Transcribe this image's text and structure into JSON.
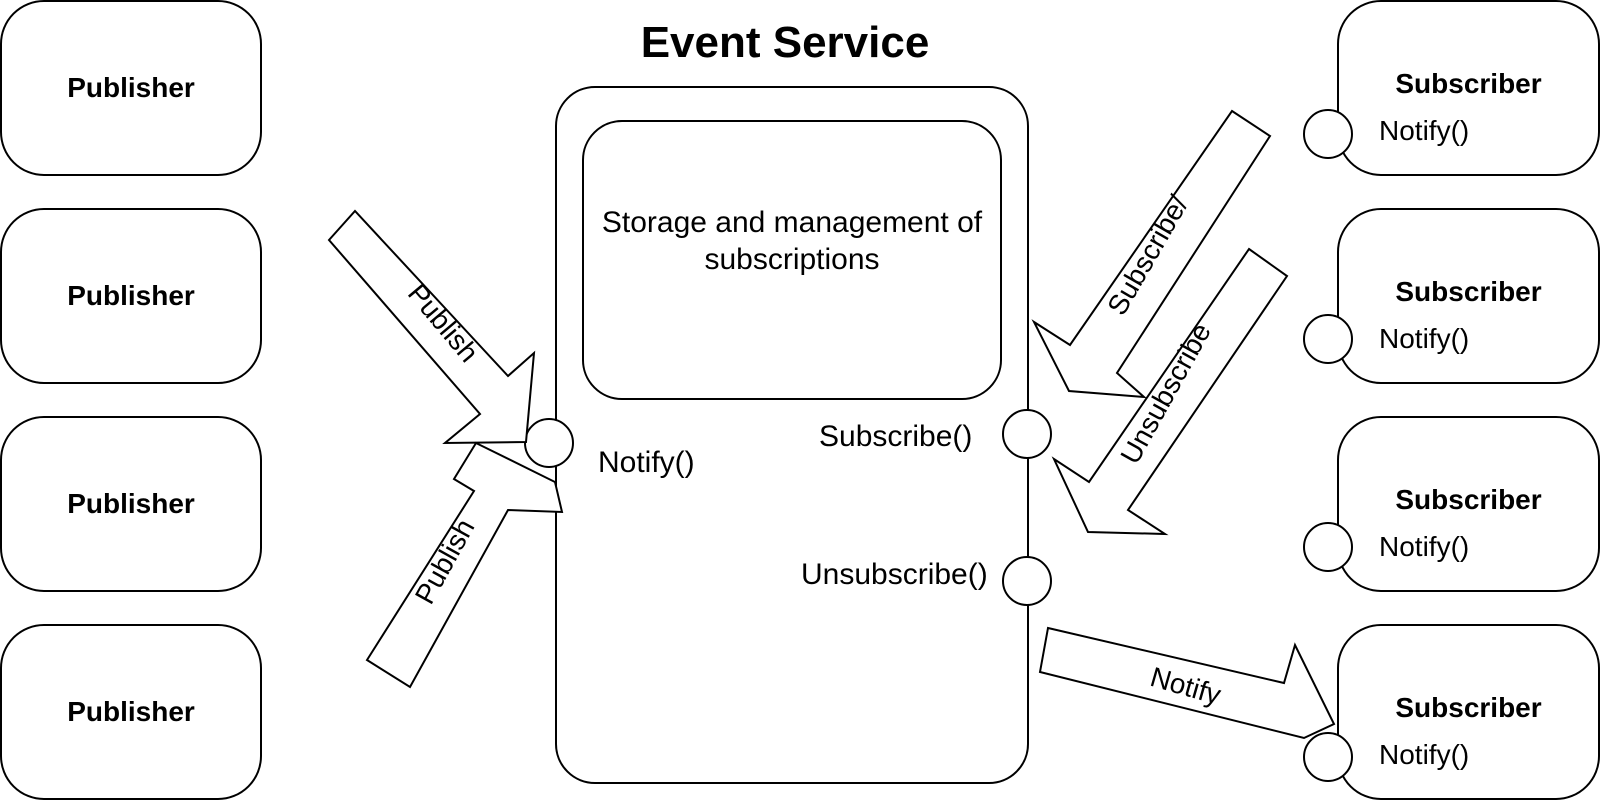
{
  "title": "Event Service",
  "service": {
    "storage_text": "Storage and management of subscriptions",
    "notify_port_label": "Notify()",
    "subscribe_port_label": "Subscribe()",
    "unsubscribe_port_label": "Unsubscribe()"
  },
  "publishers": [
    {
      "label": "Publisher"
    },
    {
      "label": "Publisher"
    },
    {
      "label": "Publisher"
    },
    {
      "label": "Publisher"
    }
  ],
  "subscribers": [
    {
      "label": "Subscriber",
      "method": "Notify()"
    },
    {
      "label": "Subscriber",
      "method": "Notify()"
    },
    {
      "label": "Subscriber",
      "method": "Notify()"
    },
    {
      "label": "Subscriber",
      "method": "Notify()"
    }
  ],
  "arrows": {
    "publish_top": "Publish",
    "publish_bottom": "Publish",
    "subscribe": "Subscribe/",
    "unsubscribe": "Unsubscribe",
    "notify": "Notify"
  }
}
